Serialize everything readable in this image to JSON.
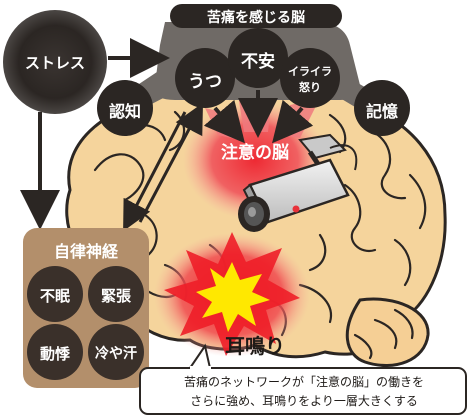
{
  "header": {
    "title": "苦痛を感じる脳"
  },
  "nodes": {
    "stress": "ストレス",
    "utsu": "うつ",
    "fuan": "不安",
    "iraira_line1": "イライラ",
    "iraira_line2": "怒り",
    "ninchi": "認知",
    "kioku": "記憶",
    "attention_brain": "注意の脳",
    "tinnitus": "耳鳴り"
  },
  "autonomic": {
    "title": "自律神経",
    "items": [
      "不眠",
      "緊張",
      "動悸",
      "冷や汗"
    ]
  },
  "caption": {
    "line1": "苦痛のネットワークが「注意の脳」の働きを",
    "line2": "さらに強め、耳鳴りをより一層大きくする"
  },
  "colors": {
    "dark_node": "#2b2623",
    "panel_grey": "#6f6a66",
    "brain_fill": "#f5d49c",
    "attention_red": "#e8323a",
    "autonomic_panel": "#b38f6b",
    "burst_yellow": "#ffe800"
  }
}
